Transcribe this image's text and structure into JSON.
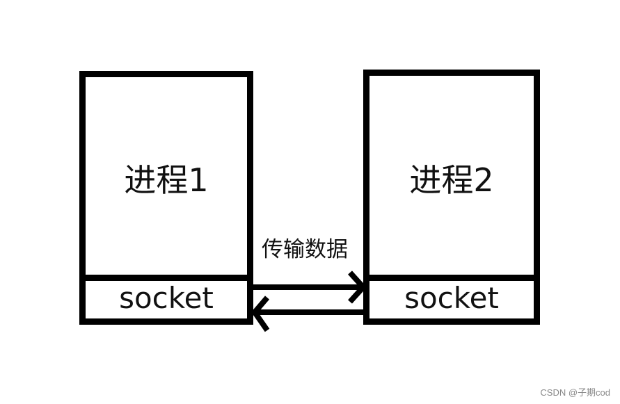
{
  "processes": [
    {
      "name": "进程1",
      "socket": "socket"
    },
    {
      "name": "进程2",
      "socket": "socket"
    }
  ],
  "connection_label": "传输数据",
  "watermark": "CSDN @子期cod"
}
